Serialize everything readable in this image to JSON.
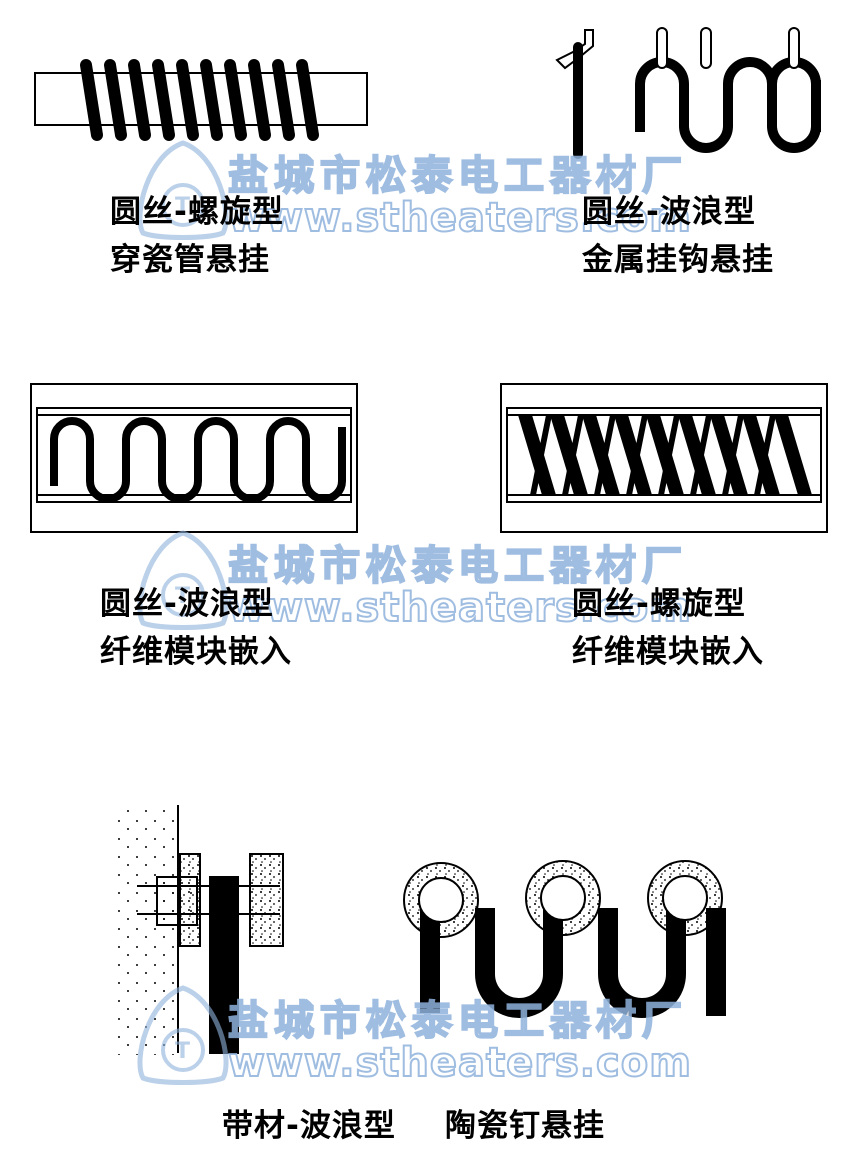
{
  "panels": [
    {
      "id": "top-left",
      "title": "圆丝-螺旋型",
      "subtitle": "穿瓷管悬挂",
      "illustration": "spiral-coil-on-ceramic-tube"
    },
    {
      "id": "top-right",
      "title": "圆丝-波浪型",
      "subtitle": "金属挂钩悬挂",
      "illustration": "wave-wire-on-metal-hooks"
    },
    {
      "id": "middle-left",
      "title": "圆丝-波浪型",
      "subtitle": "纤维模块嵌入",
      "illustration": "wave-wire-in-fiber-module"
    },
    {
      "id": "middle-right",
      "title": "圆丝-螺旋型",
      "subtitle": "纤维模块嵌入",
      "illustration": "spiral-coil-in-fiber-module"
    },
    {
      "id": "bottom",
      "title": "带材-波浪型",
      "subtitle": "陶瓷钉悬挂",
      "illustration": "strip-wave-on-ceramic-pins"
    }
  ],
  "watermark": {
    "company": "盐城市松泰电工器材厂",
    "url": "www.stheaters.com",
    "logo": "triangle-t-logo",
    "color": "#8fb2dc"
  },
  "colors": {
    "line": "#000000",
    "background": "#ffffff",
    "watermark": "#8fb2dc"
  }
}
